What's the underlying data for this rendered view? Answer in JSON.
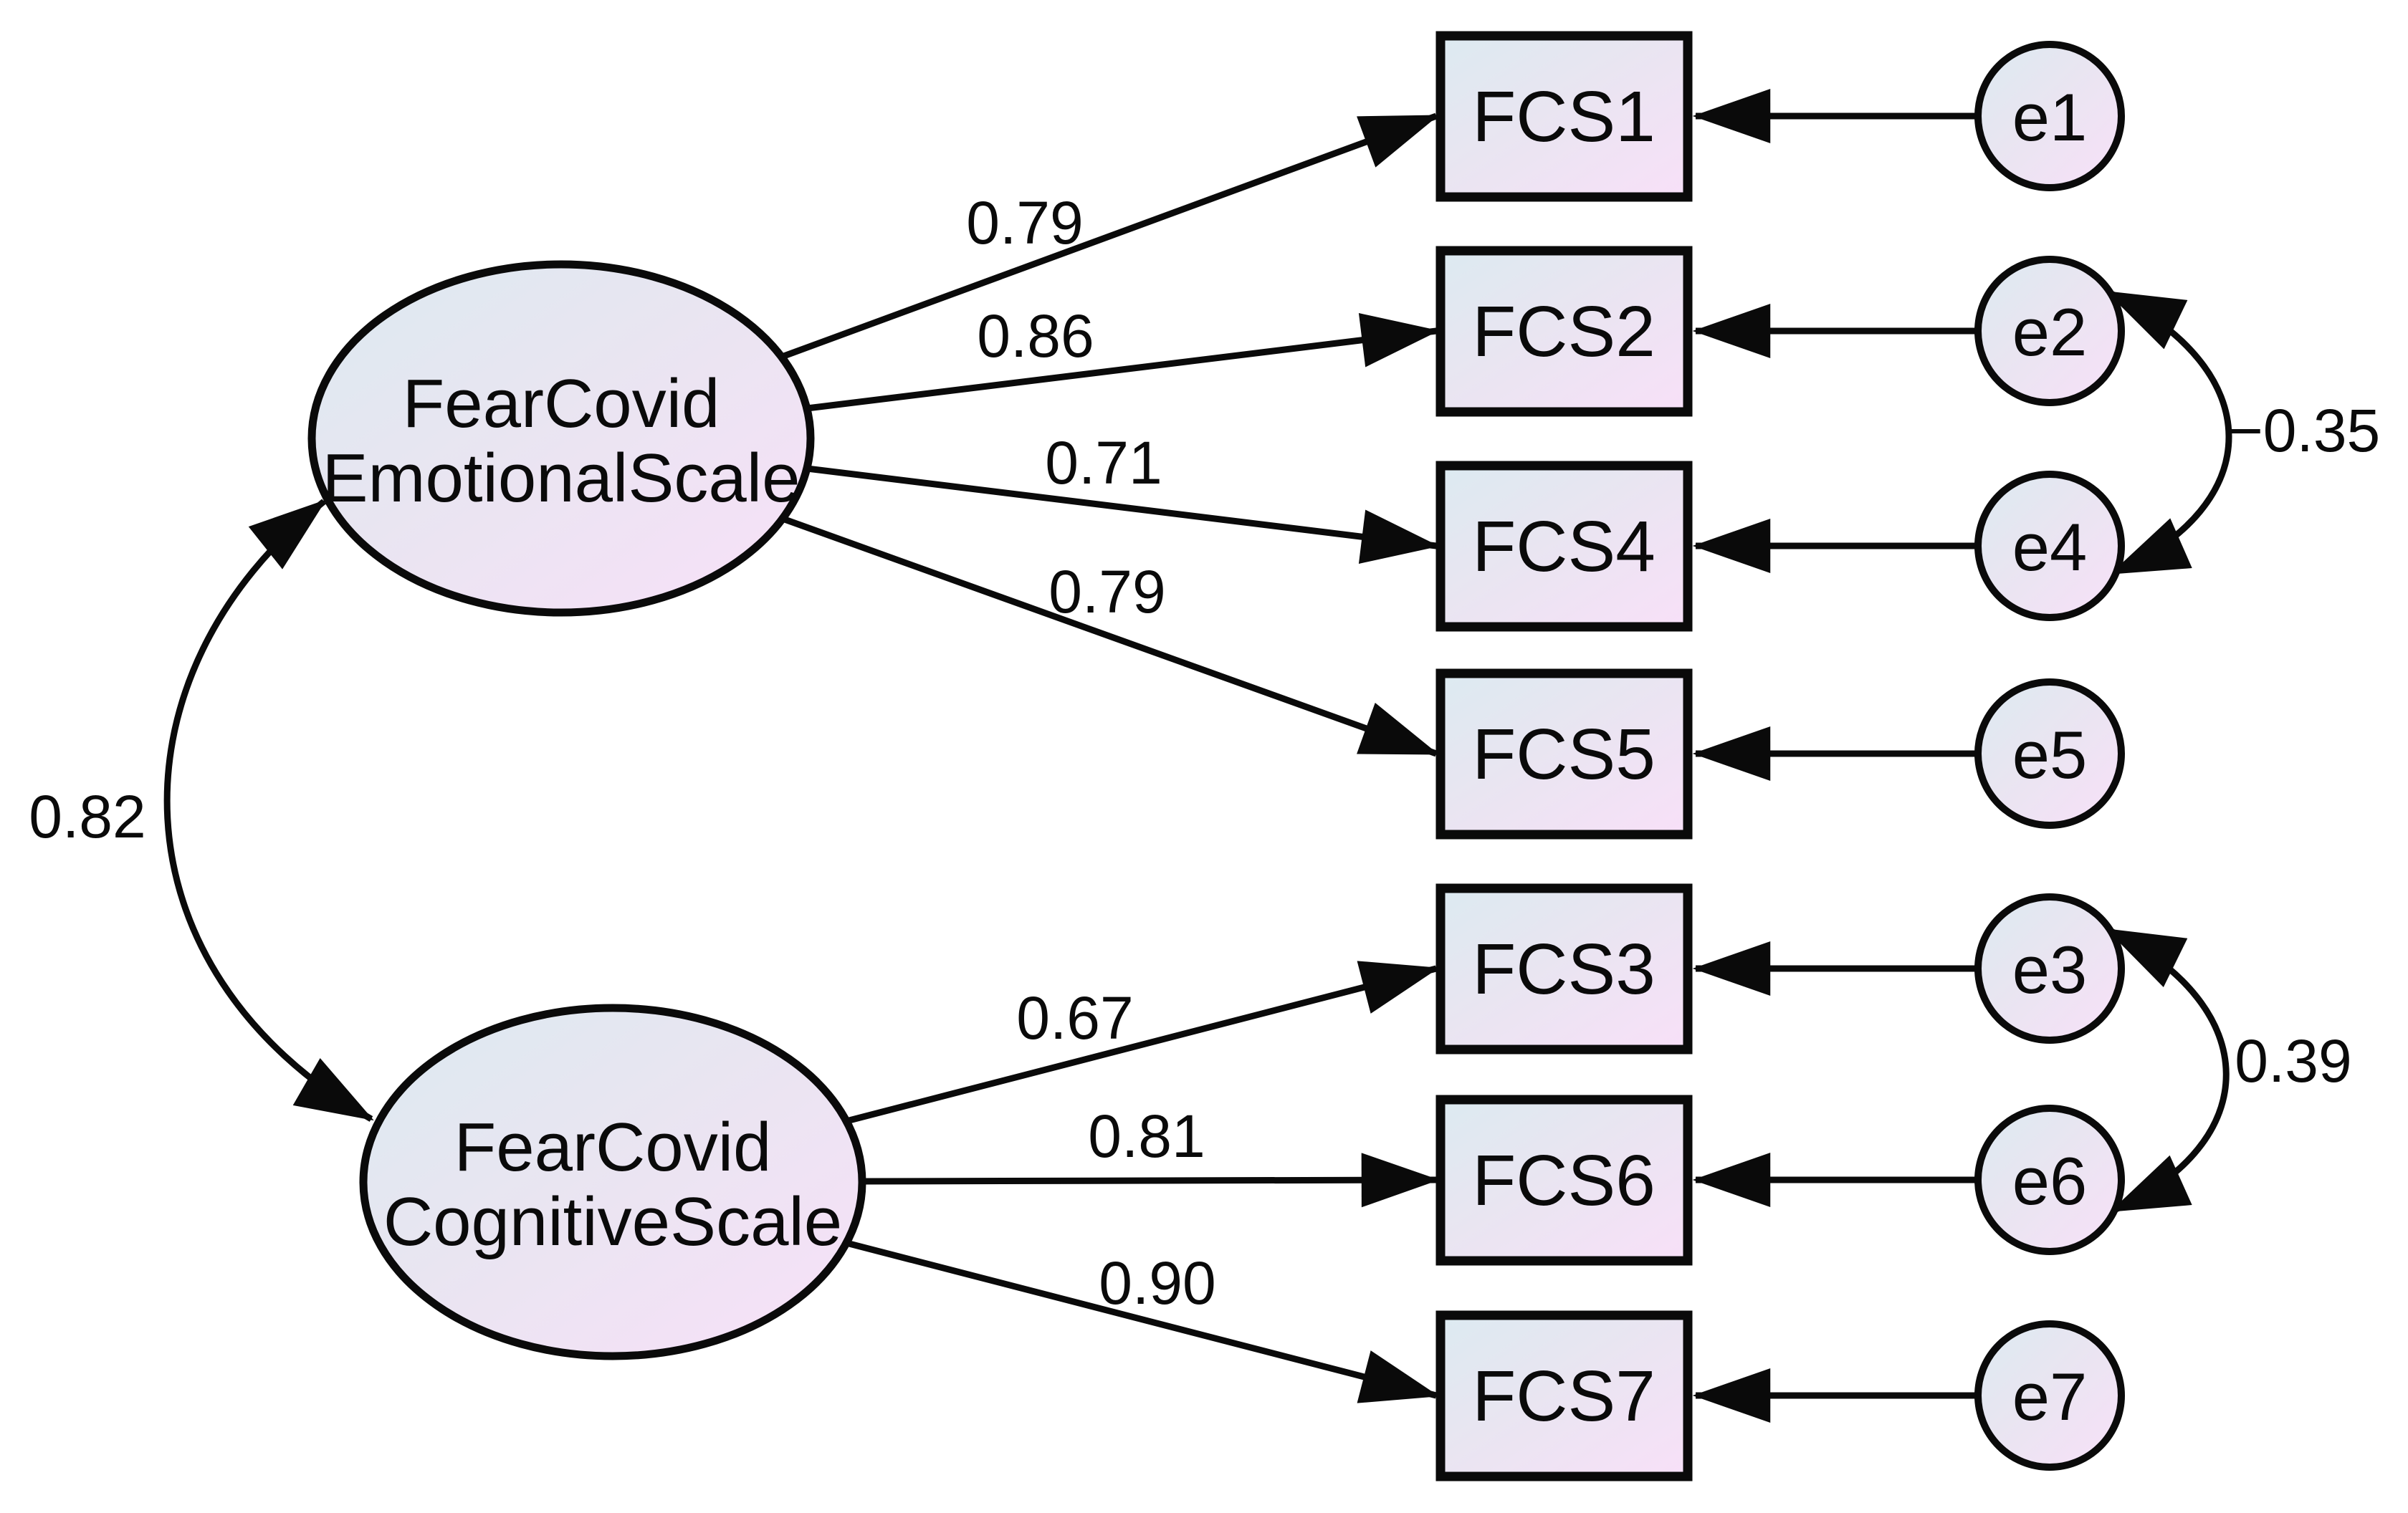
{
  "diagram": {
    "type": "sem-path-diagram",
    "background_color": "#ffffff",
    "node_fill_start": "#dceaf1",
    "node_fill_mid": "#e9e5f1",
    "node_fill_end": "#f8e0f8",
    "stroke_color": "#0a0a0a",
    "latents": [
      {
        "id": "emotional",
        "label_line1": "FearCovid",
        "label_line2": "EmotionalScale"
      },
      {
        "id": "cognitive",
        "label_line1": "FearCovid",
        "label_line2": "CognitiveScale"
      }
    ],
    "indicators": [
      {
        "id": "FCS1",
        "label": "FCS1"
      },
      {
        "id": "FCS2",
        "label": "FCS2"
      },
      {
        "id": "FCS4",
        "label": "FCS4"
      },
      {
        "id": "FCS5",
        "label": "FCS5"
      },
      {
        "id": "FCS3",
        "label": "FCS3"
      },
      {
        "id": "FCS6",
        "label": "FCS6"
      },
      {
        "id": "FCS7",
        "label": "FCS7"
      }
    ],
    "errors": [
      {
        "id": "e1",
        "label": "e1"
      },
      {
        "id": "e2",
        "label": "e2"
      },
      {
        "id": "e4",
        "label": "e4"
      },
      {
        "id": "e5",
        "label": "e5"
      },
      {
        "id": "e3",
        "label": "e3"
      },
      {
        "id": "e6",
        "label": "e6"
      },
      {
        "id": "e7",
        "label": "e7"
      }
    ],
    "loadings": [
      {
        "from": "FearCovid EmotionalScale",
        "to": "FCS1",
        "value": "0.79"
      },
      {
        "from": "FearCovid EmotionalScale",
        "to": "FCS2",
        "value": "0.86"
      },
      {
        "from": "FearCovid EmotionalScale",
        "to": "FCS4",
        "value": "0.71"
      },
      {
        "from": "FearCovid EmotionalScale",
        "to": "FCS5",
        "value": "0.79"
      },
      {
        "from": "FearCovid CognitiveScale",
        "to": "FCS3",
        "value": "0.67"
      },
      {
        "from": "FearCovid CognitiveScale",
        "to": "FCS6",
        "value": "0.81"
      },
      {
        "from": "FearCovid CognitiveScale",
        "to": "FCS7",
        "value": "0.90"
      }
    ],
    "covariances": [
      {
        "between": [
          "FearCovid EmotionalScale",
          "FearCovid CognitiveScale"
        ],
        "value": "0.82"
      },
      {
        "between": [
          "e2",
          "e4"
        ],
        "value": "−0.35"
      },
      {
        "between": [
          "e3",
          "e6"
        ],
        "value": "0.39"
      }
    ]
  }
}
